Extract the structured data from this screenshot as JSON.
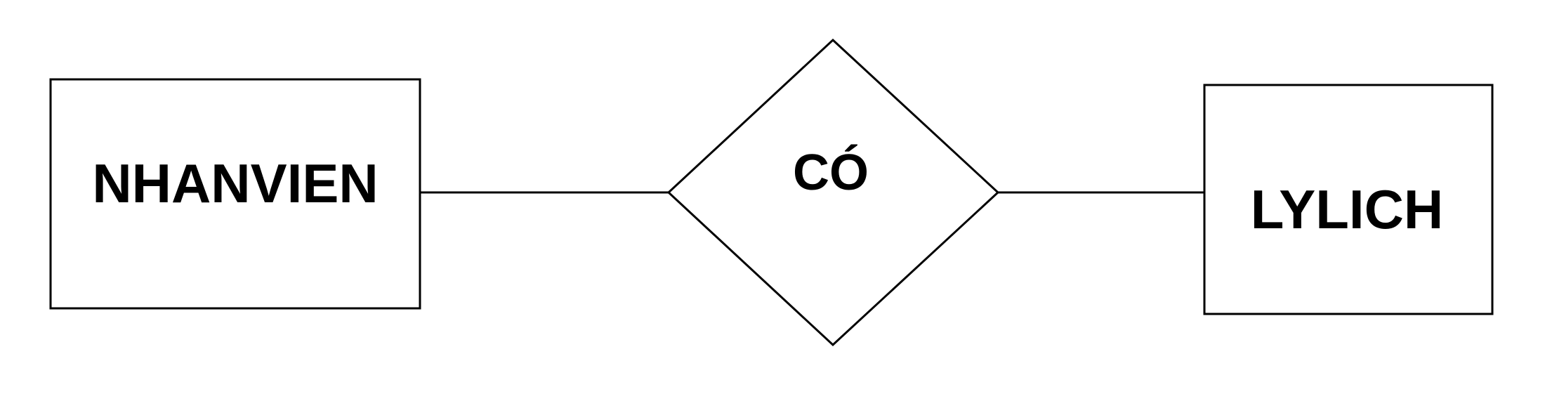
{
  "entities": [
    {
      "name": "NHANVIEN"
    },
    {
      "name": "LYLICH"
    }
  ],
  "relationship": {
    "name": "CÓ"
  },
  "colors": {
    "stroke": "#000000",
    "text": "#000000",
    "background": "#ffffff"
  }
}
